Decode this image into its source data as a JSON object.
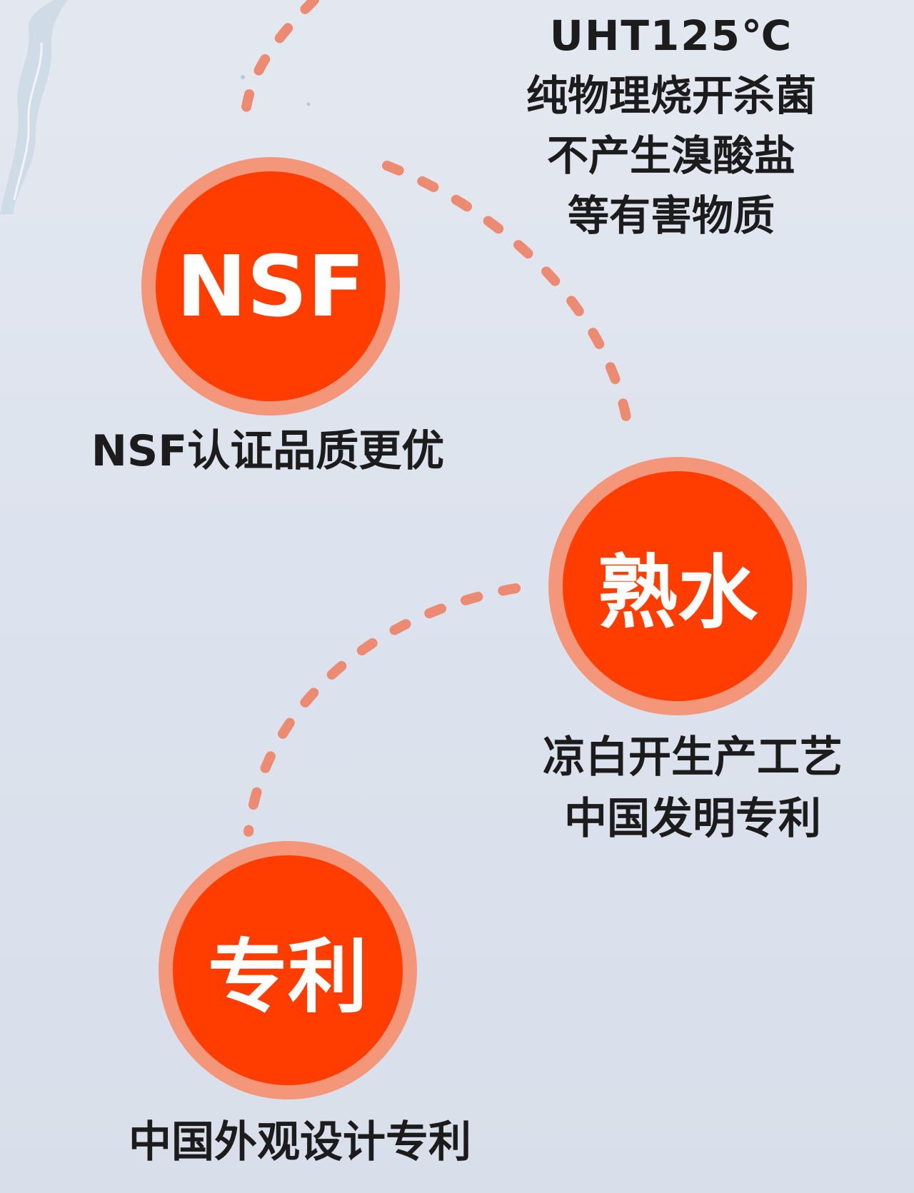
{
  "colors": {
    "accent": "#ff3d00",
    "ring": "#f4967a",
    "dots": "#ec8a72",
    "text": "#1c1c1c",
    "badge_text": "#ffffff"
  },
  "uht_block": {
    "lines": [
      "UHT125℃",
      "纯物理烧开杀菌",
      "不产生溴酸盐",
      "等有害物质"
    ]
  },
  "nsf": {
    "badge_label": "NSF",
    "caption": "NSF认证品质更优"
  },
  "shushui": {
    "badge_label": "熟水",
    "caption_lines": [
      "凉白开生产工艺",
      "中国发明专利"
    ]
  },
  "patent": {
    "badge_label": "专利",
    "caption": "中国外观设计专利"
  }
}
